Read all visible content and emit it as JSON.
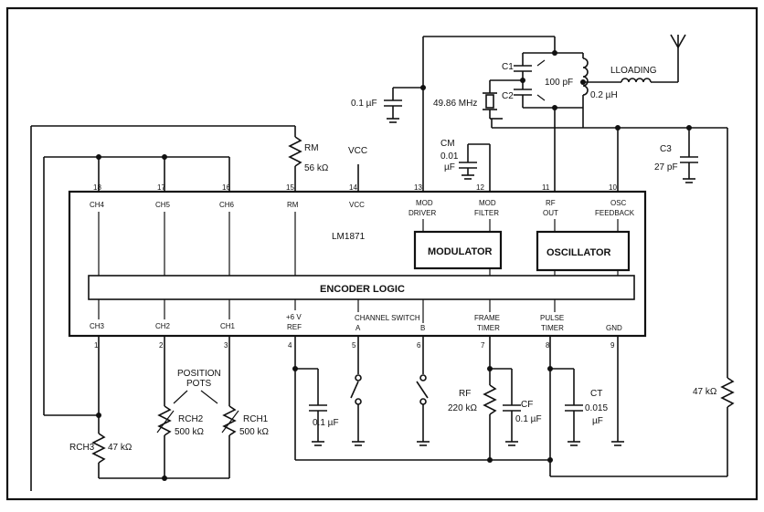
{
  "chip": {
    "name": "LM1871",
    "encoder_label": "ENCODER LOGIC",
    "modulator_label": "MODULATOR",
    "oscillator_label": "OSCILLATOR",
    "top_pins": [
      {
        "num": "18",
        "label": "CH4"
      },
      {
        "num": "17",
        "label": "CH5"
      },
      {
        "num": "16",
        "label": "CH6"
      },
      {
        "num": "15",
        "label": "RM"
      },
      {
        "num": "14",
        "label": "VCC"
      },
      {
        "num": "13",
        "label": "MOD",
        "label2": "DRIVER"
      },
      {
        "num": "12",
        "label": "MOD",
        "label2": "FILTER"
      },
      {
        "num": "11",
        "label": "RF",
        "label2": "OUT"
      },
      {
        "num": "10",
        "label": "OSC",
        "label2": "FEEDBACK"
      }
    ],
    "bottom_pins": [
      {
        "num": "1",
        "label": "CH3"
      },
      {
        "num": "2",
        "label": "CH2"
      },
      {
        "num": "3",
        "label": "CH1"
      },
      {
        "num": "4",
        "label": "+6 V",
        "label2": "REF"
      },
      {
        "num": "5",
        "label": "A"
      },
      {
        "num": "6",
        "label": "B"
      },
      {
        "num": "7",
        "label": "FRAME",
        "label2": "TIMER"
      },
      {
        "num": "8",
        "label": "PULSE",
        "label2": "TIMER"
      },
      {
        "num": "9",
        "label": "GND"
      }
    ],
    "channel_switch_label": "CHANNEL SWITCH"
  },
  "components": {
    "rm": {
      "name": "RM",
      "value": "56 kΩ"
    },
    "vcc": "VCC",
    "c_decouple": "0.1 µF",
    "cm": {
      "name": "CM",
      "value": "0.01",
      "unit": "µF"
    },
    "crystal": "49.86 MHz",
    "c1": "C1",
    "c2": "C2",
    "c12_value": "100 pF",
    "inductor": "0.2 µH",
    "lloading": "LLOADING",
    "c3": {
      "name": "C3",
      "value": "27 pF"
    },
    "rch3": {
      "name": "RCH3",
      "value": "47 kΩ"
    },
    "rch2": {
      "name": "RCH2",
      "value": "500 kΩ"
    },
    "rch1": {
      "name": "RCH1",
      "value": "500 kΩ"
    },
    "pots_label": "POSITION",
    "pots_label2": "POTS",
    "c_ref": "0.1 µF",
    "rf": {
      "name": "RF",
      "value": "220 kΩ"
    },
    "cf": {
      "name": "CF",
      "value": "0.1 µF"
    },
    "ct": {
      "name": "CT",
      "value": "0.015",
      "unit": "µF"
    },
    "r47": "47 kΩ"
  }
}
